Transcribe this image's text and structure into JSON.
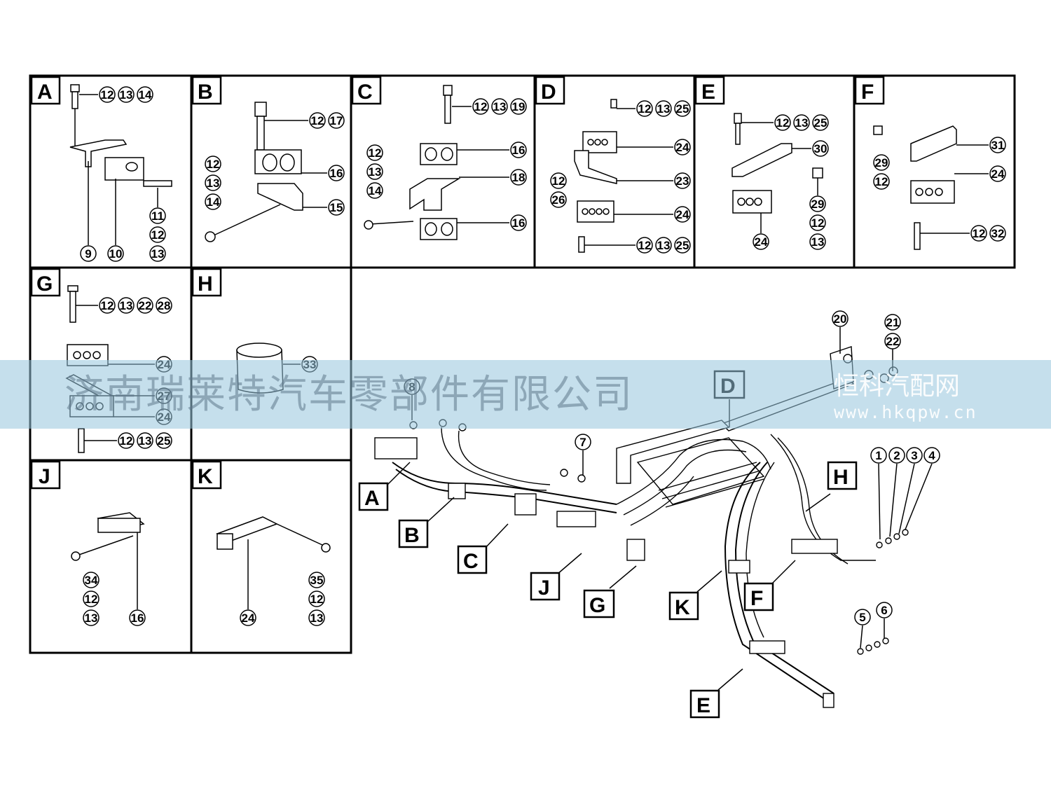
{
  "panels": {
    "A": {
      "letter": "A",
      "callouts": [
        "12",
        "13",
        "14",
        "9",
        "10",
        "11",
        "12",
        "13"
      ]
    },
    "B": {
      "letter": "B",
      "callouts": [
        "12",
        "17",
        "16",
        "15",
        "12",
        "13",
        "14"
      ]
    },
    "C": {
      "letter": "C",
      "callouts": [
        "12",
        "13",
        "19",
        "16",
        "18",
        "16",
        "12",
        "13",
        "14"
      ]
    },
    "D": {
      "letter": "D",
      "callouts": [
        "12",
        "13",
        "25",
        "24",
        "23",
        "24",
        "12",
        "13",
        "25",
        "12",
        "26"
      ]
    },
    "E": {
      "letter": "E",
      "callouts": [
        "12",
        "13",
        "25",
        "30",
        "29",
        "12",
        "13",
        "24"
      ]
    },
    "F": {
      "letter": "F",
      "callouts": [
        "31",
        "24",
        "12",
        "32",
        "29",
        "12"
      ]
    },
    "G": {
      "letter": "G",
      "callouts": [
        "12",
        "13",
        "22",
        "28",
        "24",
        "27",
        "24",
        "12",
        "13",
        "25"
      ]
    },
    "H": {
      "letter": "H",
      "callouts": [
        "33"
      ]
    },
    "J": {
      "letter": "J",
      "callouts": [
        "34",
        "12",
        "13",
        "16"
      ]
    },
    "K": {
      "letter": "K",
      "callouts": [
        "24",
        "35",
        "12",
        "13"
      ]
    }
  },
  "main_labels": [
    "A",
    "B",
    "C",
    "J",
    "G",
    "D",
    "H",
    "K",
    "F",
    "E"
  ],
  "main_callouts": [
    "8",
    "7",
    "20",
    "21",
    "22",
    "1",
    "2",
    "3",
    "4",
    "5",
    "6"
  ],
  "watermark": {
    "company": "济南瑞莱特汽车零部件有限公司",
    "site_name": "恒科汽配网",
    "site_url": "www.hkqpw.cn"
  }
}
